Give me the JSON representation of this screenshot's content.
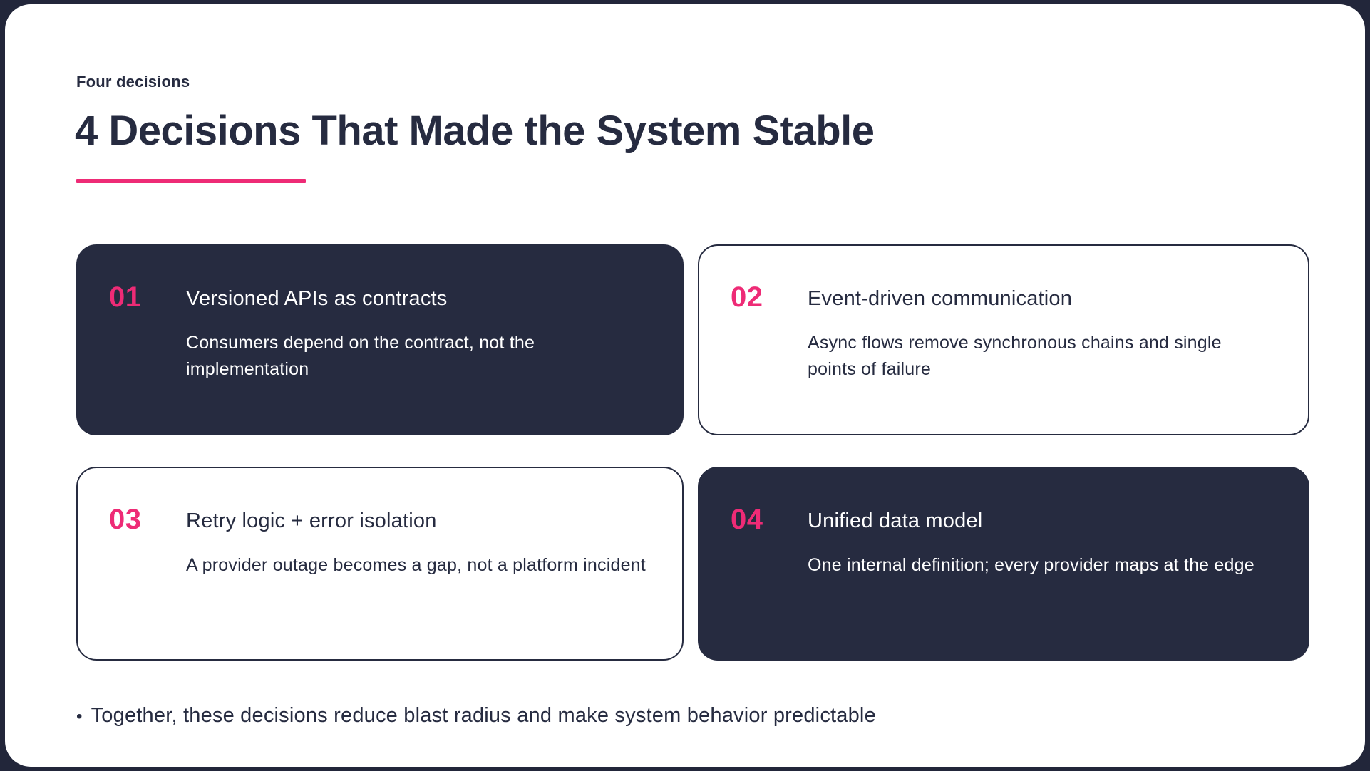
{
  "colors": {
    "outer_background": "#22263A",
    "slide_background": "#FFFFFF",
    "dark_navy": "#262B40",
    "accent_pink": "#EE2B76",
    "card_text_on_dark": "#FFFFFF"
  },
  "header": {
    "eyebrow": "Four decisions",
    "title": "4 Decisions That Made the System Stable"
  },
  "cards": [
    {
      "number": "01",
      "title": "Versioned APIs as contracts",
      "description": "Consumers depend on the contract, not the implementation",
      "variant": "dark"
    },
    {
      "number": "02",
      "title": "Event-driven communication",
      "description": "Async flows remove synchronous chains and single points of failure",
      "variant": "light"
    },
    {
      "number": "03",
      "title": "Retry logic + error isolation",
      "description": "A provider outage becomes a gap, not a platform incident",
      "variant": "light"
    },
    {
      "number": "04",
      "title": "Unified data model",
      "description": "One internal definition; every provider maps at the edge",
      "variant": "dark"
    }
  ],
  "footer": {
    "bullet": "•",
    "text": "Together, these decisions reduce blast radius and make system behavior predictable"
  }
}
